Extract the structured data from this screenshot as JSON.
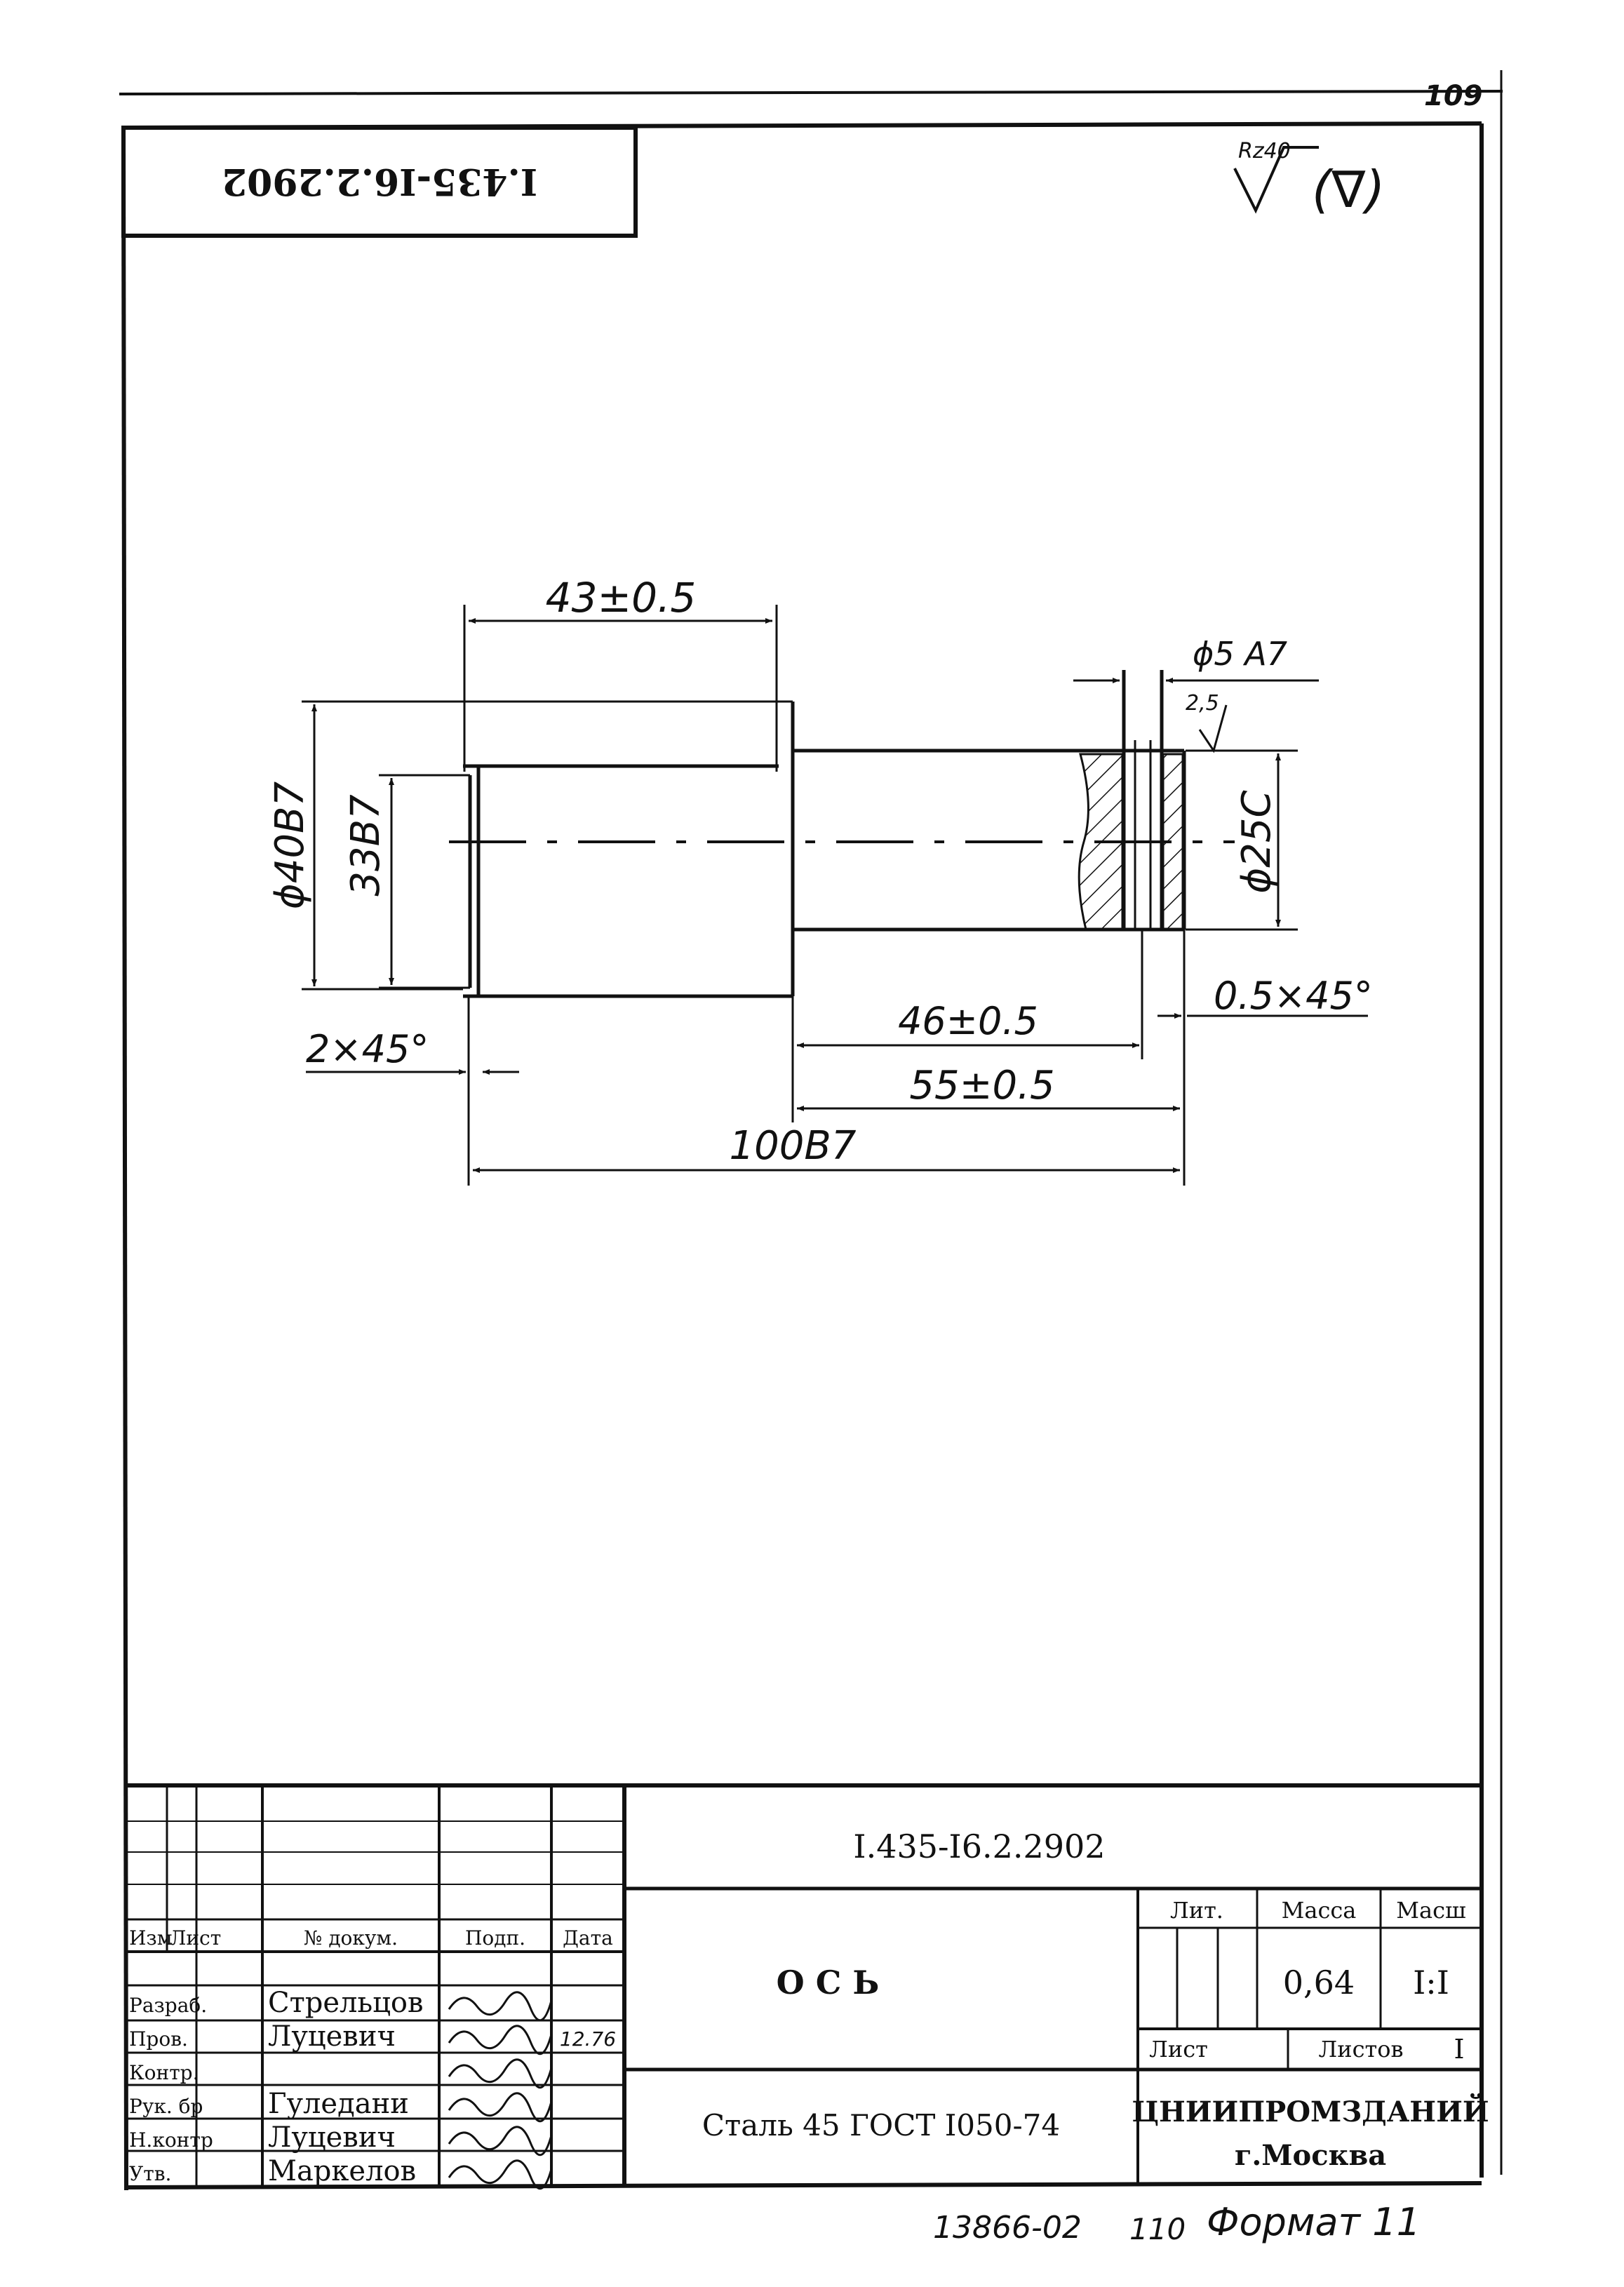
{
  "page": {
    "sheet_number": "109",
    "designation_stamp": "I.435-I6.2.2902",
    "surface_finish": {
      "roughness": "Rz40",
      "bracket_symbol": "(∇)"
    }
  },
  "drawing": {
    "dimensions": {
      "len_43": "43±0.5",
      "dia_hole": "ϕ5 A7",
      "hole_finish": "2,5",
      "dia_40": "ϕ40B7",
      "len_33": "33B7",
      "dia_25": "ϕ25C",
      "chamfer_right": "0.5×45°",
      "len_46": "46±0.5",
      "len_55": "55±0.5",
      "chamfer_left": "2×45°",
      "len_100": "100B7"
    }
  },
  "title_block": {
    "designation": "I.435-I6.2.2902",
    "part_name": "О С Ь",
    "material": "Сталь 45 ГОСТ I050-74",
    "organization_line1": "ЦНИИПРОМЗДАНИЙ",
    "organization_line2": "г.Москва",
    "headers": {
      "lit": "Лит.",
      "mass": "Масса",
      "scale": "Масш",
      "sheet": "Лист",
      "sheets": "Листов",
      "izm": "Изм",
      "list": "Лист",
      "doc_no": "№ докум.",
      "signature": "Подп.",
      "date": "Дата"
    },
    "mass_value": "0,64",
    "scale_value": "I:I",
    "sheets_value": "I",
    "roles": [
      {
        "role": "Разраб.",
        "name": "Стрельцов",
        "date": ""
      },
      {
        "role": "Пров.",
        "name": "Луцевич",
        "date": "12.76"
      },
      {
        "role": "Контр.",
        "name": "",
        "date": ""
      },
      {
        "role": "Рук. бр",
        "name": "Гуледани",
        "date": ""
      },
      {
        "role": "Н.контр",
        "name": "Луцевич",
        "date": ""
      },
      {
        "role": "Утв.",
        "name": "Маркелов",
        "date": ""
      }
    ]
  },
  "footer": {
    "inventory": "13866-02",
    "page_index": "110",
    "format": "Формат 11"
  }
}
